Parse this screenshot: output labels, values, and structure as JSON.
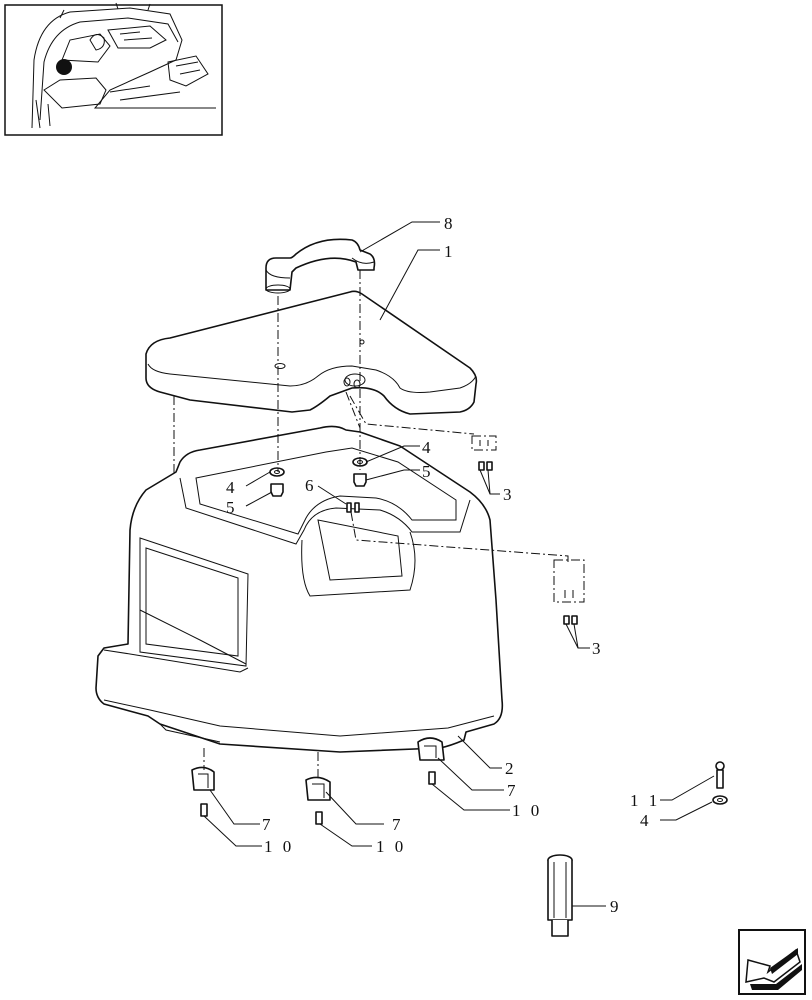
{
  "icons": {
    "thumbnail": "tractor-cab-location-thumbnail",
    "nav": "next-page-arrow-icon"
  },
  "labels": {
    "handle": "8",
    "cover": "1",
    "washer_right": "4",
    "bolt_right": "5",
    "washer_left": "4",
    "bolt_left": "5",
    "stud_center": "6",
    "rivets_upper": "3",
    "rivets_lower": "3",
    "housing": "2",
    "clip_right": "7",
    "screw_right": "1 0",
    "clip_left": "7",
    "screw_left": "1 0",
    "clip_center": "7",
    "screw_center": "1 0",
    "stud_side": "1 1",
    "washer_side": "4",
    "spacer": "9"
  }
}
